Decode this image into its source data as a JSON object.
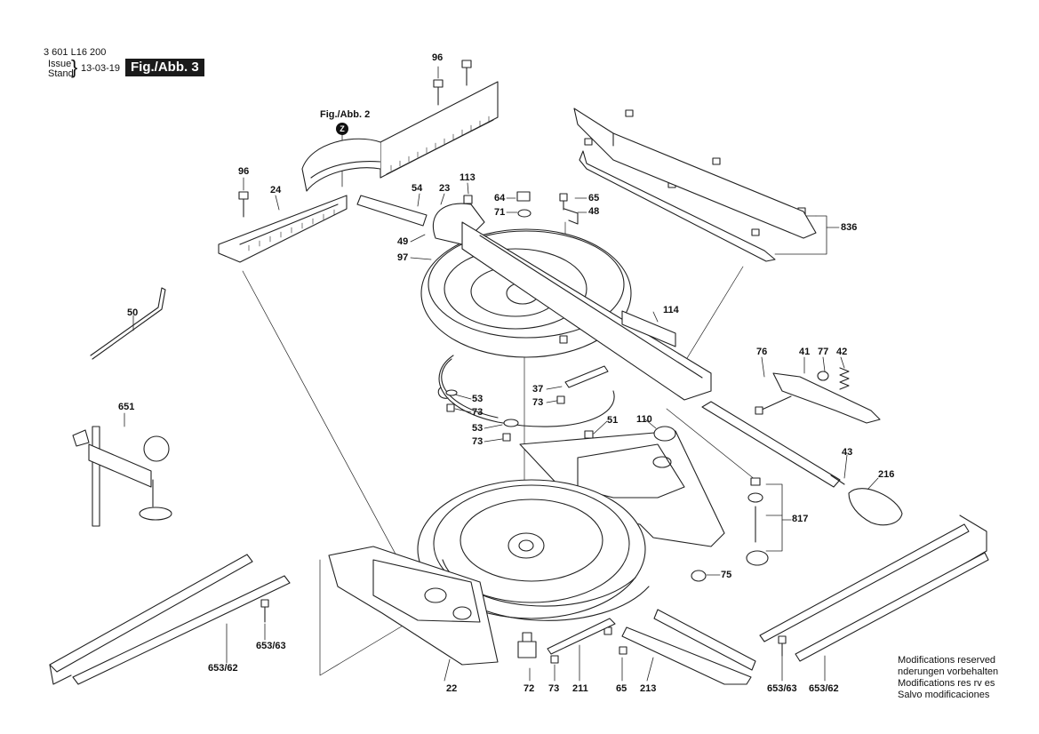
{
  "header": {
    "doc_number": "3 601 L16 200",
    "issue_label": "Issue",
    "stand_label": "Stand",
    "date": "13-03-19",
    "figure_badge": "Fig./Abb. 3"
  },
  "reference": {
    "label": "Fig./Abb. 2",
    "marker": "Z"
  },
  "callouts": {
    "c96a": "96",
    "c96b": "96",
    "c24": "24",
    "c54": "54",
    "c23": "23",
    "c113": "113",
    "c64": "64",
    "c71": "71",
    "c65a": "65",
    "c48": "48",
    "c836": "836",
    "c49": "49",
    "c97": "97",
    "c50": "50",
    "c114": "114",
    "c76": "76",
    "c41": "41",
    "c77": "77",
    "c42": "42",
    "c53a": "53",
    "c73a": "73",
    "c37": "37",
    "c73b": "73",
    "c651": "651",
    "c53b": "53",
    "c73c": "73",
    "c51": "51",
    "c110": "110",
    "c43": "43",
    "c216": "216",
    "c817": "817",
    "c75": "75",
    "c653_63a": "653/63",
    "c653_62a": "653/62",
    "c22": "22",
    "c72": "72",
    "c73d": "73",
    "c211": "211",
    "c65b": "65",
    "c213": "213",
    "c653_63b": "653/63",
    "c653_62b": "653/62"
  },
  "notes": [
    "Modifications reserved",
    "nderungen vorbehalten",
    "Modifications res rv es",
    "Salvo modificaciones"
  ]
}
